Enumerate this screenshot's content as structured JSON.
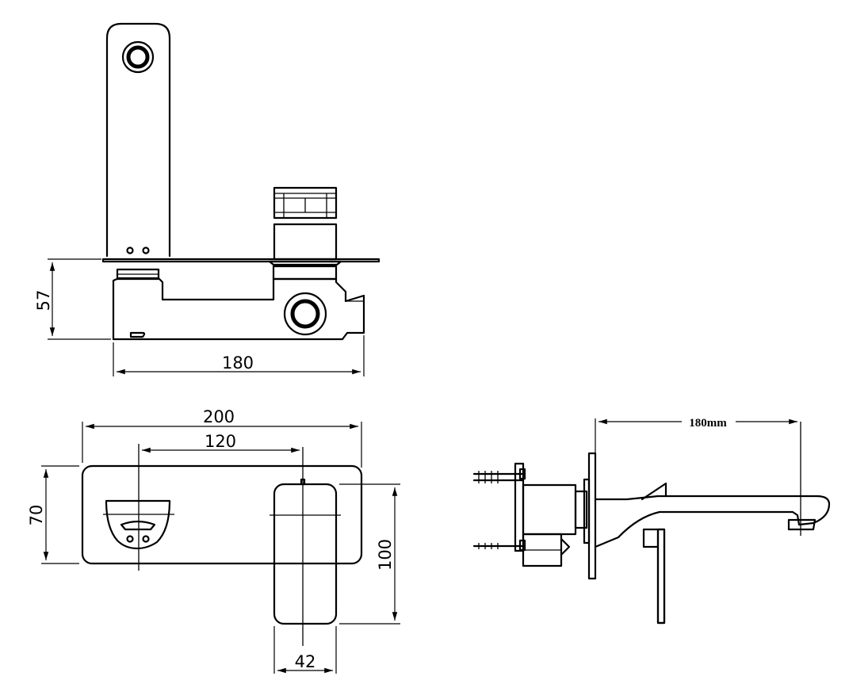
{
  "dimensions": {
    "top_view_height": "57",
    "top_view_width": "180",
    "front_plate_width": "200",
    "spout_to_handle": "120",
    "plate_height": "70",
    "handle_height": "100",
    "handle_width": "42",
    "side_projection": "180mm"
  },
  "colors": {
    "line": "#000000",
    "background": "#ffffff"
  }
}
